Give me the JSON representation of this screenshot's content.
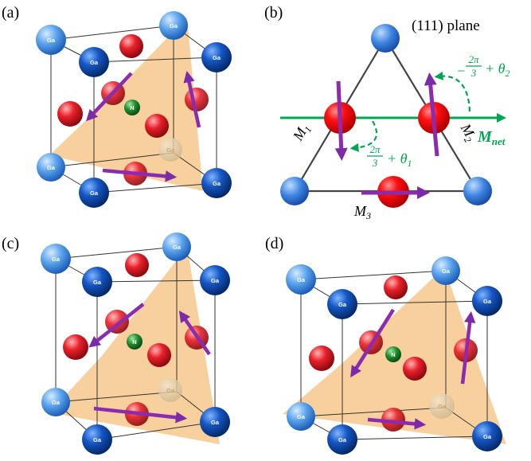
{
  "panels": {
    "a": {
      "label": "(a)"
    },
    "b": {
      "label": "(b)",
      "plane_title": "(111) plane"
    },
    "c": {
      "label": "(c)"
    },
    "d": {
      "label": "(d)"
    }
  },
  "atoms": {
    "ga": "Ga",
    "n": "N"
  },
  "moments": {
    "m1": "M",
    "m1_sub": "1",
    "m2": "M",
    "m2_sub": "2",
    "m3": "M",
    "m3_sub": "3",
    "mnet": "M",
    "mnet_sub": "net"
  },
  "angles": {
    "theta1_num": "2π",
    "theta1_den": "3",
    "theta1_rest": "+ θ",
    "theta1_sub": "1",
    "theta2_sign": "−",
    "theta2_num": "2π",
    "theta2_den": "3",
    "theta2_rest": "+ θ",
    "theta2_sub": "2"
  },
  "colors": {
    "plane": "#f5c98a",
    "ga_dark": "#0a3d91",
    "ga_light": "#4a8fe0",
    "mn": "#e8202a",
    "n": "#1f8f2e",
    "moment_arrow": "#8a2bb0",
    "mnet_arrow": "#00a651"
  }
}
